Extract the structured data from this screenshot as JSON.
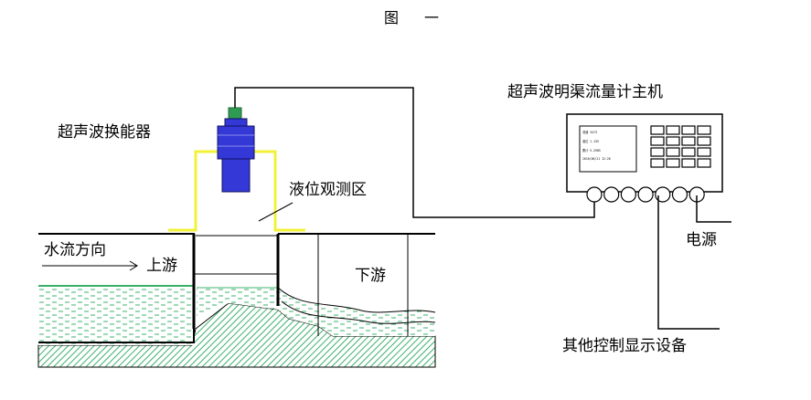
{
  "figure": {
    "title": "图　一"
  },
  "labels": {
    "sensor": "超声波换能器",
    "host": "超声波明渠流量计主机",
    "observation_zone": "液位观测区",
    "flow_direction": "水流方向",
    "upstream": "上游",
    "downstream": "下游",
    "power": "电源",
    "other_devices": "其他控制显示设备"
  },
  "host_screen": {
    "lines": [
      "流速 3473",
      "液位 1.135",
      "累计 5.2985",
      "2016/06/21 12:20"
    ]
  },
  "colors": {
    "bracket": "#f2f23a",
    "sensor_body": "#3338d6",
    "sensor_cap": "#2f9a52",
    "water_pattern": "#3cb06a",
    "line": "#000000"
  }
}
